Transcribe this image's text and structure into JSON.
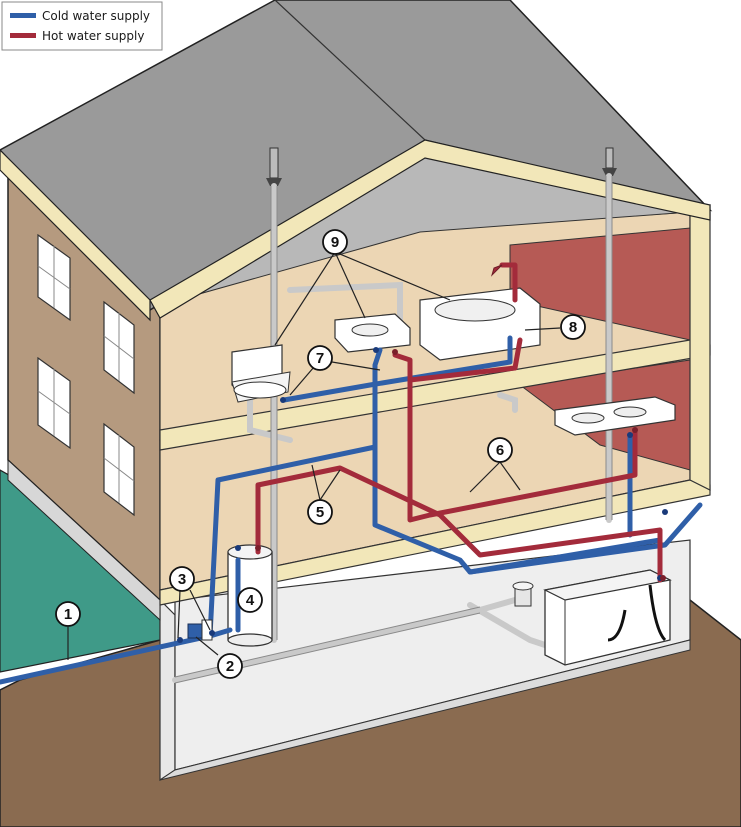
{
  "legend": {
    "items": [
      {
        "label": "Cold water supply",
        "color": "#2f5fa8"
      },
      {
        "label": "Hot water supply",
        "color": "#a32b3b"
      }
    ]
  },
  "callouts": [
    "1",
    "2",
    "3",
    "4",
    "5",
    "6",
    "7",
    "8",
    "9"
  ],
  "colors": {
    "cold": "#2f5fa8",
    "hot": "#a32b3b",
    "drain": "#d8d8d8",
    "roof": "#9a9a9a",
    "siding": "#b59a7f",
    "interior": "#ecd6b4",
    "accent_wall": "#b65a55",
    "soil": "#8a6b50",
    "lawn": "#3f9a88",
    "trim": "#f2e7b9"
  }
}
